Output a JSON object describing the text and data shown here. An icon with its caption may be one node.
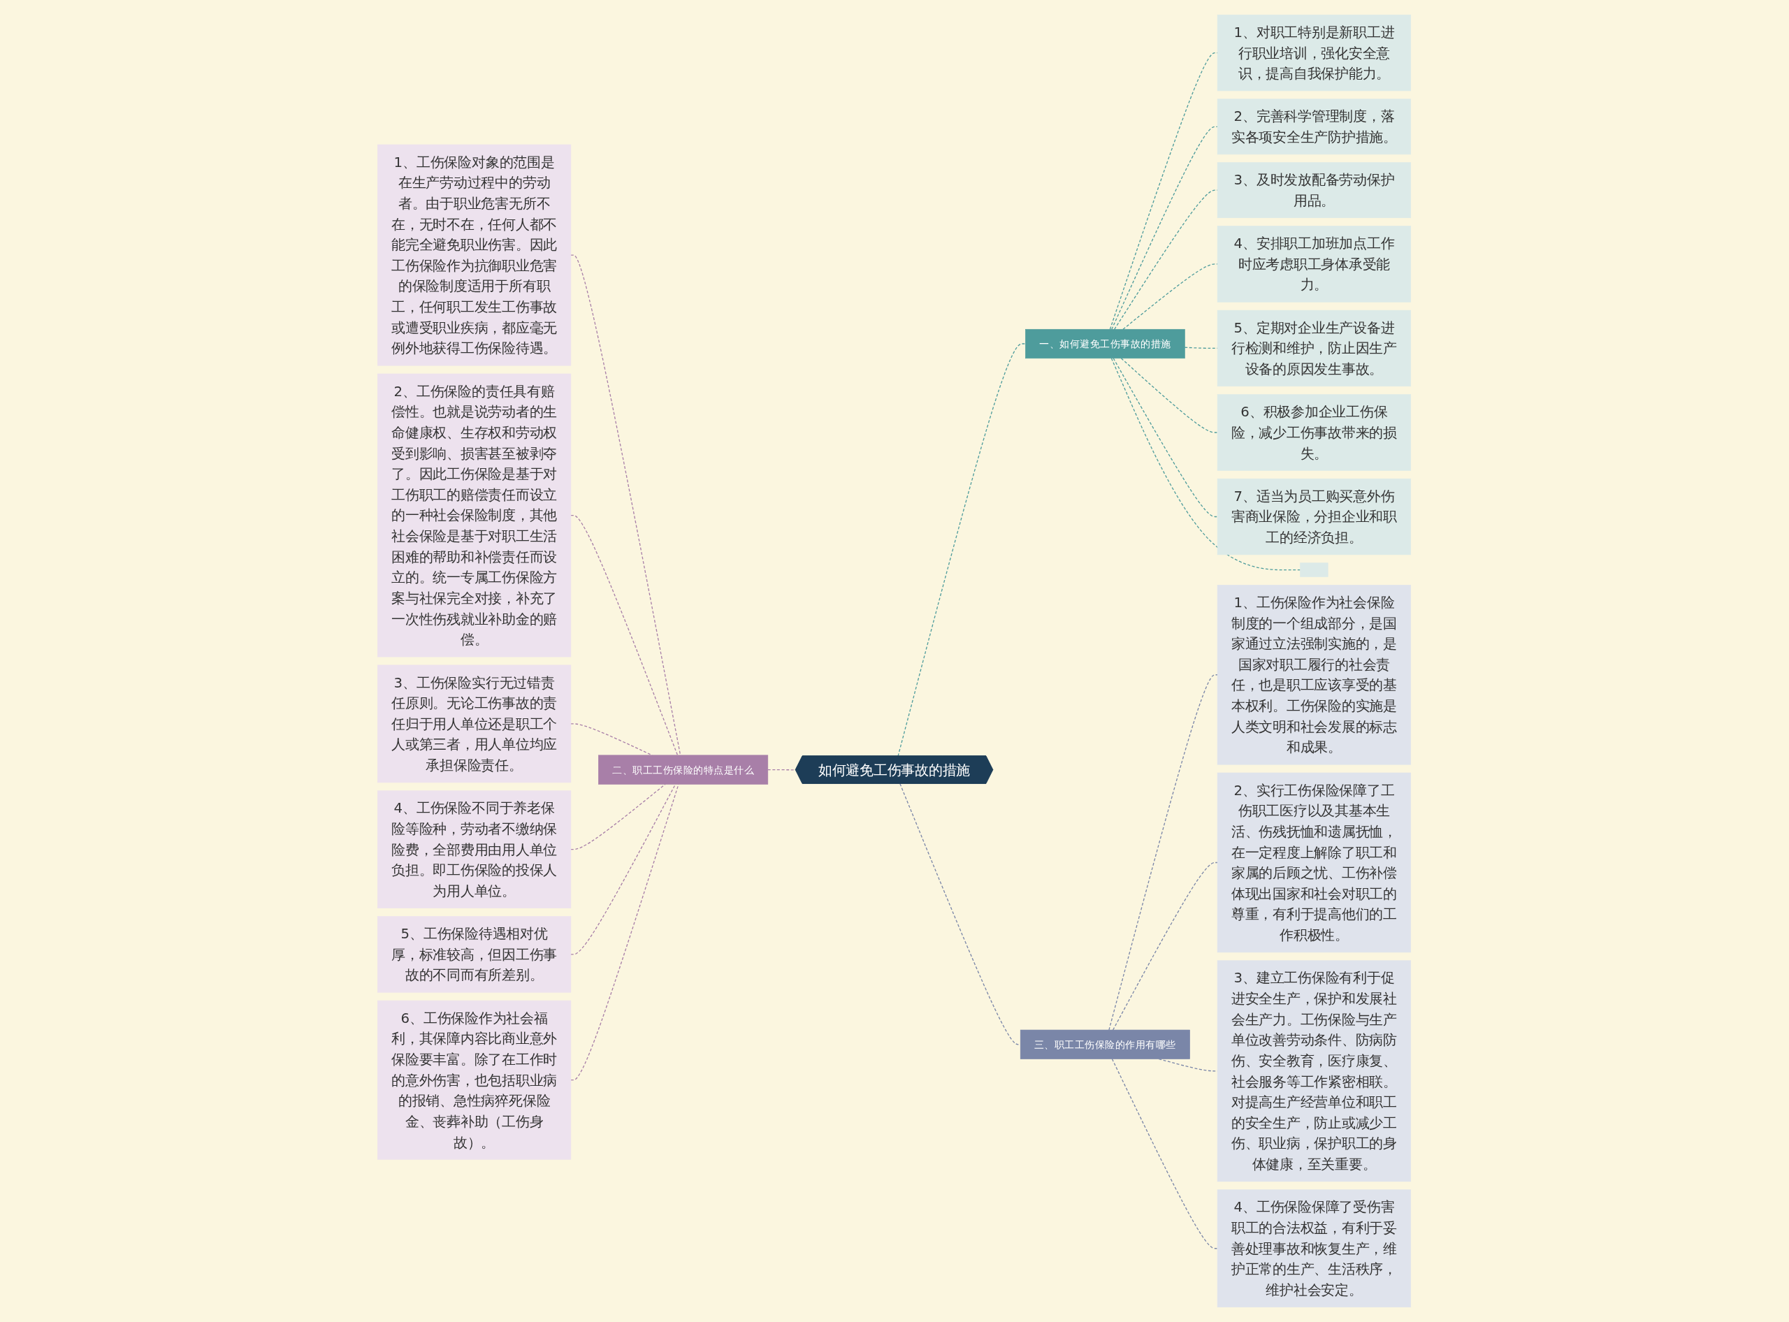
{
  "diagram": {
    "nodes": [
      {
        "text": [
          "如何避免工伤事故的措施"
        ]
      },
      {
        "text": [
          "一、如何避免工伤事故的措施"
        ]
      },
      {
        "text": [
          "1、对职工特别是新职工进行职业培训，强化安全意识，提高自我保护能力。"
        ]
      },
      {
        "text": [
          "2、完善科学管理制度，落实各项安全生产防护措施。"
        ]
      },
      {
        "text": [
          "3、及时发放配备劳动保护用品。"
        ]
      },
      {
        "text": [
          "4、安排职工加班加点工作时应考虑职工身体承受能力。"
        ]
      },
      {
        "text": [
          "5、定期对企业生产设备进行检测和维护，防止因生产设备的原因发生事故。"
        ]
      },
      {
        "text": [
          "6、积极参加企业工伤保险，减少工伤事故带来的损失。"
        ]
      },
      {
        "text": [
          "7、适当为员工购买意外伤害商业保险，分担企业和职工的经济负担。"
        ]
      },
      {
        "text": [],
        "shape": "box"
      },
      {
        "text": [
          "二、职工工伤保险的特点是什么"
        ]
      },
      {
        "text": [
          "1、工伤保险对象的范围是在生产劳动过程中的劳动者。由于职业危害无所不在，无时不在，任何人都不能完全避免职业伤害。因此工伤保险作为抗御职业危害的保险制度适用于所有职工，任何职工发生工伤事故或遭受职业疾病，都应毫无例外地获得工伤保险待遇。"
        ]
      },
      {
        "text": [
          "2、工伤保险的责任具有赔偿性。也就是说劳动者的生命健康权、生存权和劳动权受到影响、损害甚至被剥夺了。因此工伤保险是基于对工伤职工的赔偿责任而设立的一种社会保险制度，其他社会保险是基于对职工生活困难的帮助和补偿责任而设立的。统一专属工伤保险方案与社保完全对接，补充了一次性伤残就业补助金的赔偿。"
        ]
      },
      {
        "text": [
          "3、工伤保险实行无过错责任原则。无论工伤事故的责任归于用人单位还是职工个人或第三者，用人单位均应承担保险责任。"
        ]
      },
      {
        "text": [
          "4、工伤保险不同于养老保险等险种，劳动者不缴纳保险费，全部费用由用人单位负担。即工伤保险的投保人为用人单位。"
        ]
      },
      {
        "text": [
          "5、工伤保险待遇相对优厚，标准较高，但因工伤事故的不同而有所差别。"
        ]
      },
      {
        "text": [
          "6、工伤保险作为社会福利，其保障内容比商业意外保险要丰富。除了在工作时的意外伤害，也包括职业病的报销、急性病猝死保险金、丧葬补助（工伤身故）。"
        ]
      },
      {
        "text": [
          "三、职工工伤保险的作用有哪些"
        ]
      },
      {
        "text": [
          "1、工伤保险作为社会保险制度的一个组成部分，是国家通过立法强制实施的，是国家对职工履行的社会责任，也是职工应该享受的基本权利。工伤保险的实施是人类文明和社会发展的标志和成果。"
        ]
      },
      {
        "text": [
          "2、实行工伤保险保障了工伤职工医疗以及其基本生活、伤残抚恤和遗属抚恤，在一定程度上解除了职工和家属的后顾之忧、工伤补偿体现出国家和社会对职工的尊重，有利于提高他们的工作积极性。"
        ]
      },
      {
        "text": [
          "3、建立工伤保险有利于促进安全生产，保护和发展社会生产力。工伤保险与生产单位改善劳动条件、防病防伤、安全教育，医疗康复、社会服务等工作紧密相联。对提高生产经营单位和职工的安全生产，防止或减少工伤、职业病，保护职工的身体健康，至关重要。"
        ]
      },
      {
        "text": [
          "4、工伤保险保障了受伤害职工的合法权益，有利于妥善处理事故和恢复生产，维护正常的生产、生活秩序，维护社会安定。"
        ]
      }
    ],
    "edges": [
      {
        "from": 0,
        "to": 1,
        "arrow": "none",
        "style": "dashed"
      },
      {
        "from": 1,
        "to": 2,
        "arrow": "none",
        "style": "dashed"
      },
      {
        "from": 1,
        "to": 3,
        "arrow": "none",
        "style": "dashed"
      },
      {
        "from": 1,
        "to": 4,
        "arrow": "none",
        "style": "dashed"
      },
      {
        "from": 1,
        "to": 5,
        "arrow": "none",
        "style": "dashed"
      },
      {
        "from": 1,
        "to": 6,
        "arrow": "none",
        "style": "dashed"
      },
      {
        "from": 1,
        "to": 7,
        "arrow": "none",
        "style": "dashed"
      },
      {
        "from": 1,
        "to": 8,
        "arrow": "none",
        "style": "dashed"
      },
      {
        "from": 1,
        "to": 9,
        "arrow": "none",
        "style": "dashed"
      },
      {
        "from": 10,
        "to": 0,
        "arrow": "none",
        "style": "dashed",
        "color": "#a87fa8"
      },
      {
        "from": 11,
        "to": 10,
        "arrow": "none",
        "style": "dashed",
        "color": "#a87fa8"
      },
      {
        "from": 12,
        "to": 10,
        "arrow": "none",
        "style": "dashed",
        "color": "#a87fa8"
      },
      {
        "from": 13,
        "to": 10,
        "arrow": "none",
        "style": "dashed",
        "color": "#a87fa8"
      },
      {
        "from": 14,
        "to": 10,
        "arrow": "none",
        "style": "dashed",
        "color": "#a87fa8"
      },
      {
        "from": 15,
        "to": 10,
        "arrow": "none",
        "style": "dashed",
        "color": "#a87fa8"
      },
      {
        "from": 16,
        "to": 10,
        "arrow": "none",
        "style": "dashed",
        "color": "#a87fa8"
      },
      {
        "from": 0,
        "to": 17,
        "arrow": "none",
        "style": "dashed",
        "color": "#7a86a8"
      },
      {
        "from": 17,
        "to": 18,
        "arrow": "none",
        "style": "dashed",
        "color": "#7a86a8"
      },
      {
        "from": 17,
        "to": 19,
        "arrow": "none",
        "style": "dashed",
        "color": "#7a86a8"
      },
      {
        "from": 17,
        "to": 20,
        "arrow": "none",
        "style": "dashed",
        "color": "#7a86a8"
      },
      {
        "from": 17,
        "to": 21,
        "arrow": "none",
        "style": "dashed",
        "color": "#7a86a8"
      }
    ]
  }
}
